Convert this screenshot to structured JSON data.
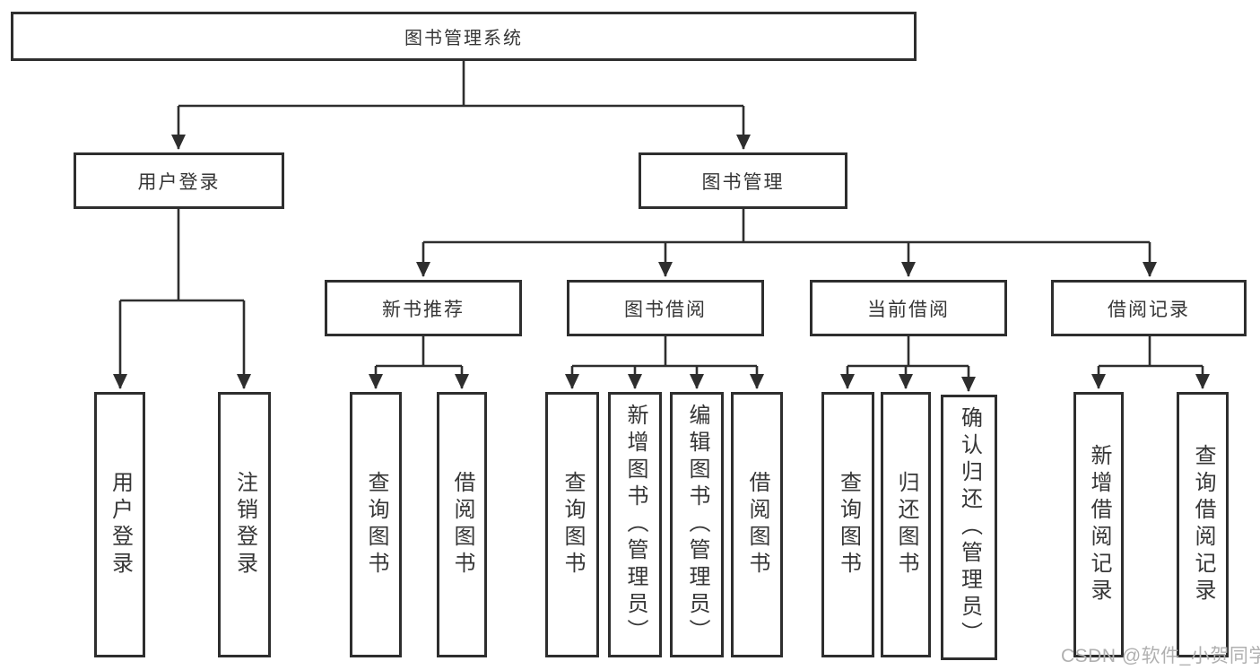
{
  "diagram_title": "图书管理系统",
  "colors": {
    "line": "#2e2e2e",
    "text": "#363636",
    "background": "#ffffff",
    "watermark": "#b0b0b0"
  },
  "watermark": {
    "text": "CSDN @软件_小贺同学"
  },
  "tree": {
    "label": "图书管理系统",
    "children": [
      {
        "label": "用户登录",
        "children": [
          {
            "label": "用户登录"
          },
          {
            "label": "注销登录"
          }
        ]
      },
      {
        "label": "图书管理",
        "children": [
          {
            "label": "新书推荐",
            "children": [
              {
                "label": "查询图书"
              },
              {
                "label": "借阅图书"
              }
            ]
          },
          {
            "label": "图书借阅",
            "children": [
              {
                "label": "查询图书"
              },
              {
                "label": "新增图书（管理员）"
              },
              {
                "label": "编辑图书（管理员）"
              },
              {
                "label": "借阅图书"
              }
            ]
          },
          {
            "label": "当前借阅",
            "children": [
              {
                "label": "查询图书"
              },
              {
                "label": "归还图书"
              },
              {
                "label": "确认归还（管理员）"
              }
            ]
          },
          {
            "label": "借阅记录",
            "children": [
              {
                "label": "新增借阅记录"
              },
              {
                "label": "查询借阅记录"
              }
            ]
          }
        ]
      }
    ]
  }
}
